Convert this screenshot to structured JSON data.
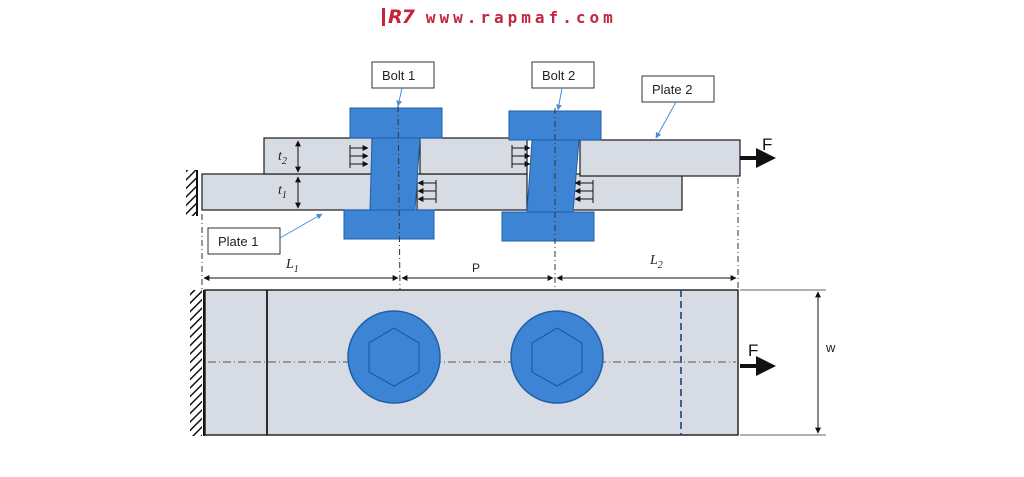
{
  "header": {
    "logo_mark": "R7",
    "site": "www.rapmaf.com"
  },
  "labels": {
    "bolt1": "Bolt 1",
    "bolt2": "Bolt 2",
    "plate1": "Plate 1",
    "plate2": "Plate 2",
    "force_top": "F",
    "force_bottom": "F",
    "t1": "t",
    "t1_sub": "1",
    "t2": "t",
    "t2_sub": "2",
    "l1": "L",
    "l1_sub": "1",
    "l2": "L",
    "l2_sub": "2",
    "pitch": "P",
    "width": "w"
  },
  "colors": {
    "bolt_blue": "#3d85d4",
    "bolt_stroke": "#1d5fa8",
    "plate_fill": "#d7dbe3",
    "stroke": "#1a1a1a",
    "brand": "#c4243c"
  }
}
